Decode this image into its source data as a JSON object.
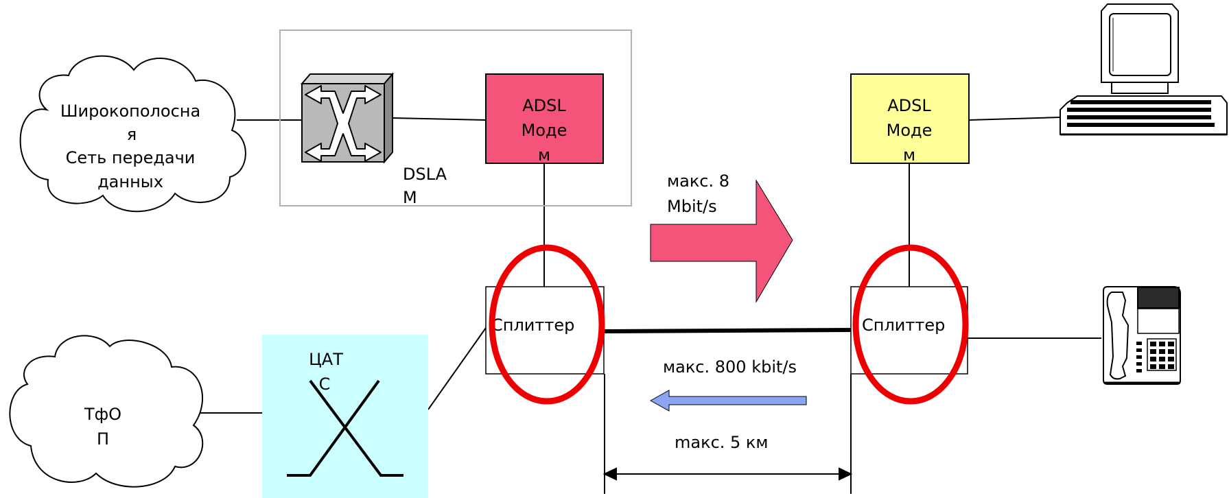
{
  "labels": {
    "broadband_line1": "Широкополосна",
    "broadband_line2": "я",
    "broadband_line3": "Сеть передачи",
    "broadband_line4": "данных",
    "dslam_line1": "DSLA",
    "dslam_line2": "M",
    "adsl_left_line1": "ADSL",
    "adsl_left_line2": "Моде",
    "adsl_left_line3": "м",
    "adsl_right_line1": "ADSL",
    "adsl_right_line2": "Моде",
    "adsl_right_line3": "м",
    "down_line1": "макс. 8",
    "down_line2": "Mbit/s",
    "up_label": "макс. 800 kbit/s",
    "distance_label": "mакс. 5 км",
    "splitter_left": "Сплиттер",
    "splitter_right": "Сплиттер",
    "pstn_line1": "ТфО",
    "pstn_line2": "П",
    "exchange_line1": "ЦАТ",
    "exchange_line2": "С"
  },
  "colors": {
    "adsl_left_fill": "#f4537a",
    "adsl_right_fill": "#ffff9a",
    "downstream_arrow": "#f4537a",
    "upstream_arrow": "#8aa6f0",
    "exchange_fill": "#ccffff",
    "highlight_ring": "#ee0000",
    "switch_fill": "#b9b9b9"
  },
  "icons": [
    "dslam-switch-icon",
    "computer-icon",
    "telephone-icon"
  ]
}
